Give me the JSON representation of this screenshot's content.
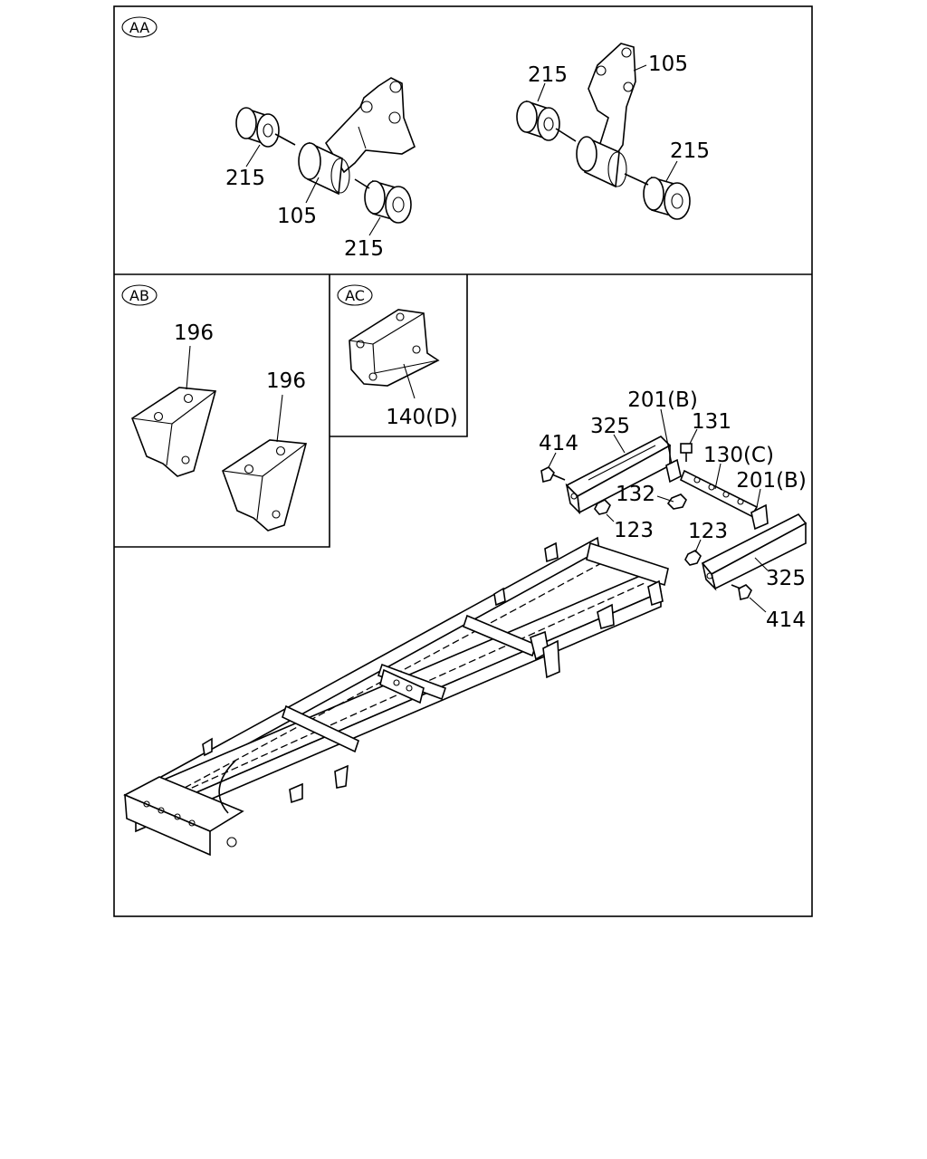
{
  "panels": {
    "aa": {
      "tag": "AA"
    },
    "ab": {
      "tag": "AB"
    },
    "ac": {
      "tag": "AC"
    }
  },
  "labels": {
    "aa_215_a": "215",
    "aa_105_a": "105",
    "aa_215_b": "215",
    "aa_215_c": "215",
    "aa_105_b": "105",
    "aa_215_d": "215",
    "ab_196_a": "196",
    "ab_196_b": "196",
    "ac_140": "140(D)",
    "m_201_top": "201(B)",
    "m_325_top": "325",
    "m_131": "131",
    "m_414_top": "414",
    "m_130": "130(C)",
    "m_201_right": "201(B)",
    "m_132": "132",
    "m_123_left": "123",
    "m_123_right": "123",
    "m_325_bottom": "325",
    "m_414_bottom": "414"
  }
}
